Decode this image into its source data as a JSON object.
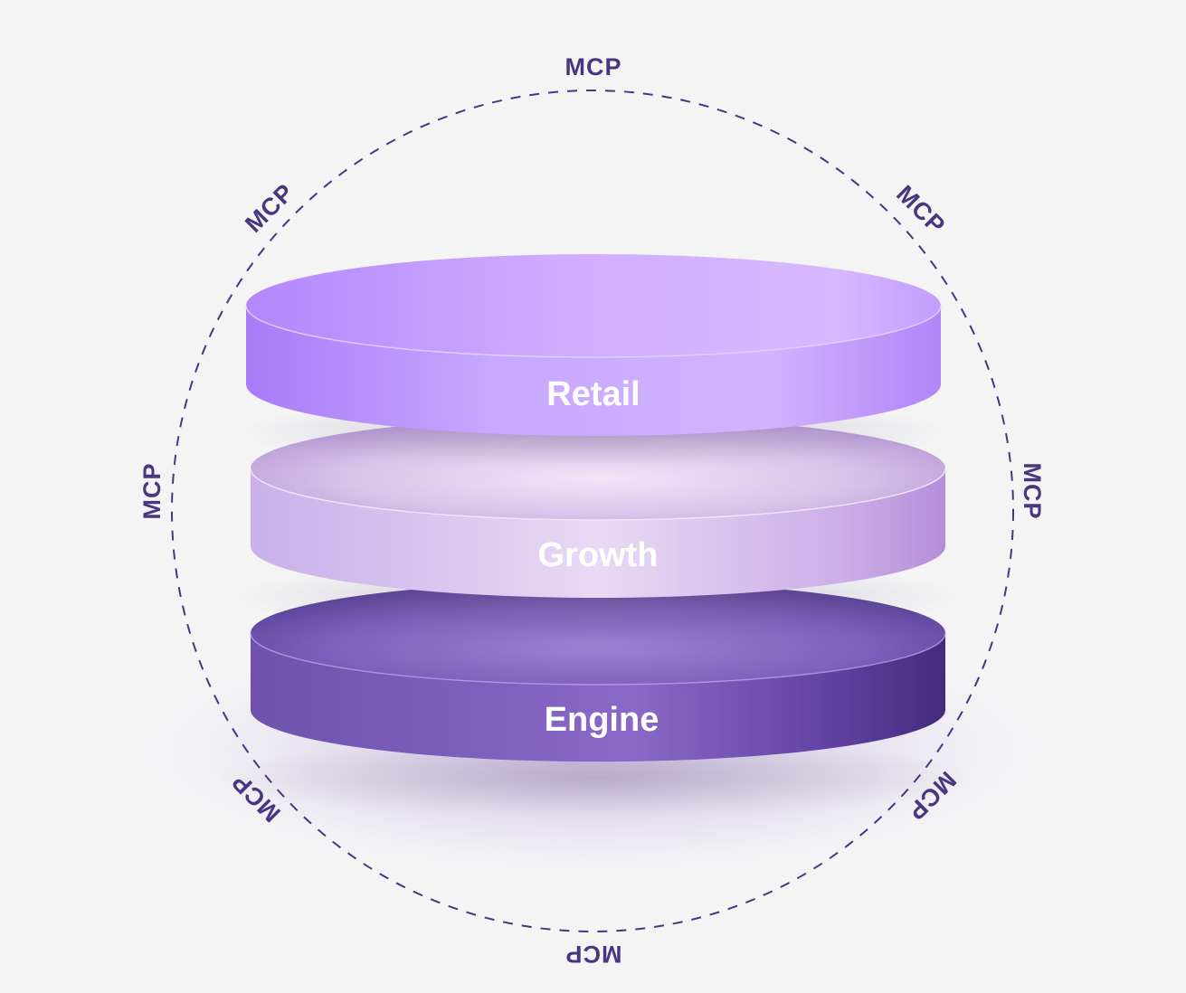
{
  "diagram": {
    "layers": [
      {
        "label": "Retail",
        "color": "#b98cff"
      },
      {
        "label": "Growth",
        "color": "#dcc8f0"
      },
      {
        "label": "Engine",
        "color": "#7c5cb8"
      }
    ],
    "protocol_labels": [
      "MCP",
      "MCP",
      "MCP",
      "MCP",
      "MCP",
      "MCP",
      "MCP",
      "MCP"
    ],
    "colors": {
      "background": "#f4f4f5",
      "ring": "#4a3580",
      "protocol_text": "#4a3580",
      "label_text": "#ffffff"
    }
  }
}
